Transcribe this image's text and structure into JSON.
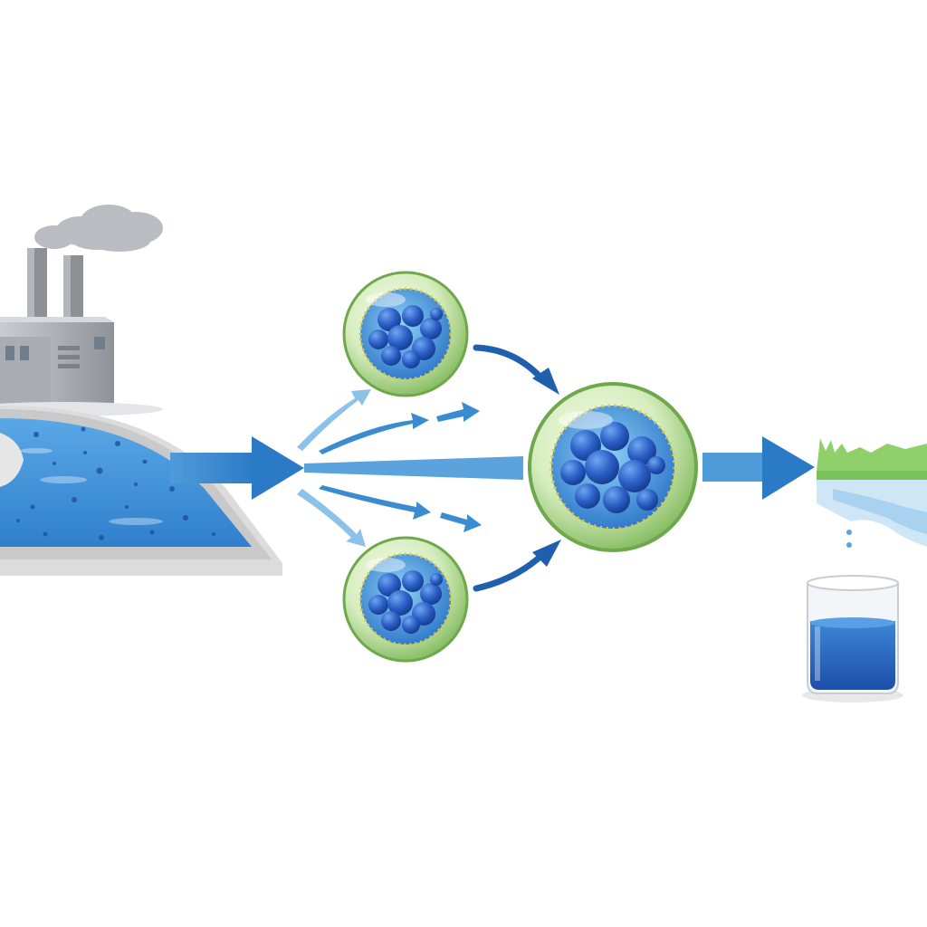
{
  "diagram": {
    "title": "",
    "nodes": [
      {
        "id": "factory",
        "icon": "factory-icon"
      },
      {
        "id": "wastewater-pond",
        "icon": "pond-icon"
      },
      {
        "id": "microbe-cell-top",
        "icon": "cell-icon"
      },
      {
        "id": "microbe-cell-bottom",
        "icon": "cell-icon"
      },
      {
        "id": "microbe-cell-merged",
        "icon": "cell-icon"
      },
      {
        "id": "clean-water-landscape",
        "icon": "landscape-icon"
      },
      {
        "id": "water-beaker",
        "icon": "beaker-icon"
      }
    ],
    "edges": [
      {
        "from": "wastewater-pond",
        "to": "microbe-cells"
      },
      {
        "from": "microbe-cell-top",
        "to": "microbe-cell-merged"
      },
      {
        "from": "microbe-cell-bottom",
        "to": "microbe-cell-merged"
      },
      {
        "from": "microbe-cell-merged",
        "to": "clean-water-landscape"
      }
    ]
  },
  "colors": {
    "water": "#3d8fd6",
    "arrow": "#3a8bd0",
    "arrow_dark": "#1f5fae",
    "cell_membrane": "#8cc46a",
    "cell_nucleus": "#2d62c4",
    "factory": "#9a9ea3",
    "smoke": "#b5b8bc",
    "grass": "#8fd06a"
  }
}
